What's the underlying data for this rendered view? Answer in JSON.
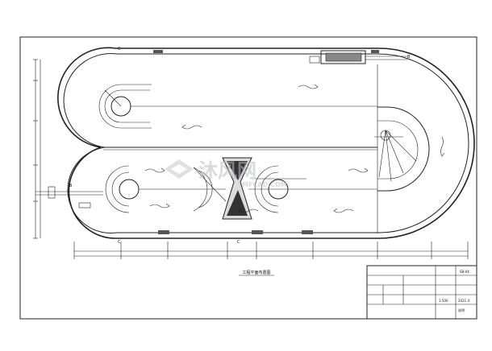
{
  "watermark": {
    "brand": "沐风网",
    "url": "MFCAD.COM"
  },
  "drawing": {
    "title": "工程平面布置图",
    "section_labels": [
      "C",
      "B",
      "C",
      "B",
      "C"
    ],
    "sheet_code": "SB-04",
    "scale": "1:500",
    "date": "2021.4",
    "remark": "说明"
  }
}
